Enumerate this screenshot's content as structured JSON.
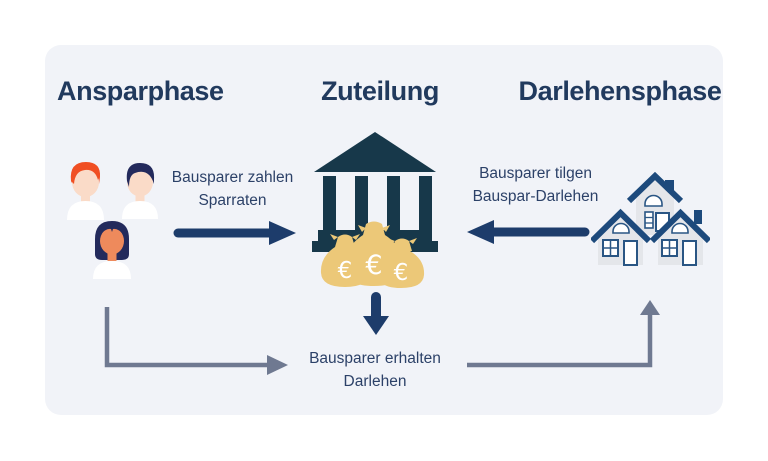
{
  "phases": {
    "anspar": {
      "label": "Ansparphase"
    },
    "zuteilung": {
      "label": "Zuteilung"
    },
    "darlehen": {
      "label": "Darlehensphase"
    }
  },
  "flows": {
    "deposit": {
      "line1": "Bausparer zahlen",
      "line2": "Sparraten"
    },
    "repay": {
      "line1": "Bausparer tilgen",
      "line2": "Bauspar-Darlehen"
    },
    "receive": {
      "line1": "Bausparer erhalten",
      "line2": "Darlehen"
    }
  },
  "euro": "€",
  "icons": {
    "savers": "savers-group-icon (three people avatars)",
    "bank": "bank-building-icon (classical bank with columns)",
    "money": "money-bags-euro-icon (three gold sacks with euro signs)",
    "houses": "houses-icon (three houses with navy roofs)",
    "arrow_right": "arrow-right-icon",
    "arrow_left": "arrow-left-icon",
    "arrow_down": "arrow-down-icon",
    "elbow_left": "elbow-arrow-right-icon",
    "elbow_right": "elbow-arrow-up-icon"
  },
  "colors": {
    "page_bg": "#ffffff",
    "card_bg": "#f1f3f8",
    "heading": "#213a5e",
    "body_text": "#2c4168",
    "arrow_navy": "#1d3c6b",
    "arrow_gray": "#6f7991",
    "bank": "#17384a",
    "money_gold": "#ecc878",
    "house_roof": "#1d4a7c",
    "house_body": "#e4e6ea",
    "hair_orange": "#f04f23",
    "hair_navy": "#232a5c",
    "skin_light": "#fadbc8",
    "skin_tan": "#ee8a5c"
  }
}
